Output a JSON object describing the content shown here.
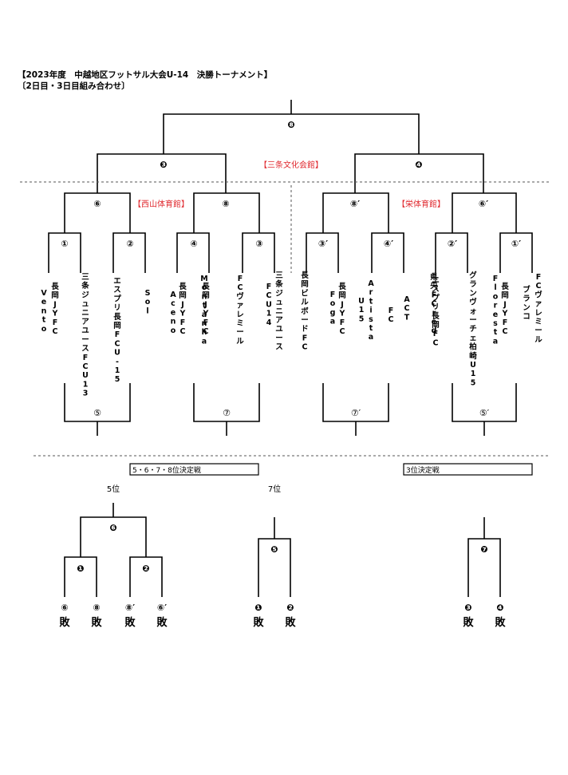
{
  "header": {
    "title": "【2023年度　中越地区フットサル大会U-14　決勝トーナメント】",
    "subtitle": "〔2日目・3日目組み合わせ〕"
  },
  "venues": {
    "main": "【三条文化会館】",
    "left": "【西山体育館】",
    "right": "【栄体育館】"
  },
  "matches": {
    "final": "❽",
    "semi_left": "❸",
    "semi_right": "❹",
    "q6": "⑥",
    "q8": "⑧",
    "q8p": "⑧′",
    "q6p": "⑥′",
    "r1": "①",
    "r2": "②",
    "r4": "④",
    "r3": "③",
    "r3p": "③′",
    "r4p": "④′",
    "r2p": "②′",
    "r1p": "①′",
    "b5": "⑤",
    "b7": "⑦",
    "b7p": "⑦′",
    "b5p": "⑤′"
  },
  "teams": [
    "Vento",
    "長岡JYFC",
    "三条ジュニアユース FC U13",
    "エスプリ長岡FC U-15",
    "Sol",
    "長岡JYFC",
    "Aceno",
    "長岡JYFC",
    "Montanha",
    "FCヴァレミール",
    "FC U14",
    "三条ジュニアユース",
    "長岡ビルボードFC",
    "Foga",
    "長岡JYFC",
    "U15",
    "Artista",
    "FC",
    "ACT",
    "エスプリ長岡FC",
    "県央FC red",
    "グランヴォーチェ柏崎U15",
    "Floresta",
    "長岡JYFC",
    "ブランコ",
    "FCヴァレミール"
  ],
  "placement": {
    "box1": "5・6・7・8位決定戦",
    "box2": "3位決定戦",
    "fifth": "5位",
    "seventh": "7位",
    "m6": "❻",
    "m1": "❶",
    "m2": "❷",
    "m5": "❺",
    "m1b": "❶",
    "m2b": "❷",
    "m7": "❼",
    "m3": "❸",
    "m4": "❹",
    "s1": "⑥",
    "s2": "⑧",
    "s3": "⑧′",
    "s4": "⑥′",
    "lose": "敗"
  }
}
